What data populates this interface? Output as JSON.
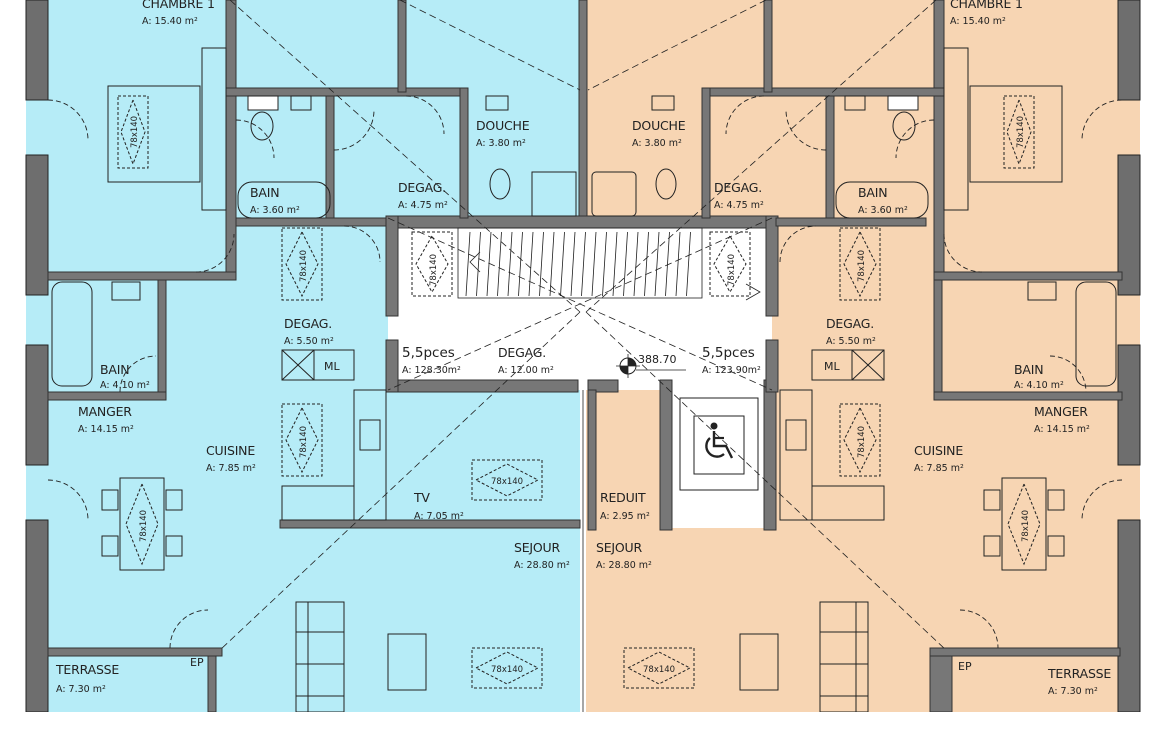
{
  "colors": {
    "left_unit": "#b6ecf7",
    "right_unit": "#f7d5b3",
    "walls": "#777777",
    "core": "#ffffff"
  },
  "left": {
    "chambre": {
      "name": "CHAMBRE 1",
      "area": "A: 15.40 m²"
    },
    "bain_upper": {
      "name": "BAIN",
      "area": "A: 3.60  m²"
    },
    "degag_upper": {
      "name": "DEGAG.",
      "area": "A: 4.75  m²"
    },
    "douche": {
      "name": "DOUCHE",
      "area": "A: 3.80 m²"
    },
    "bain_lower": {
      "name": "BAIN",
      "area": "A: 4.10 m²"
    },
    "degag_mid": {
      "name": "DEGAG.",
      "area": "A: 5.50  m²"
    },
    "ml": "ML",
    "manger": {
      "name": "MANGER",
      "area": "A: 14.15 m²"
    },
    "cuisine": {
      "name": "CUISINE",
      "area": "A: 7.85  m²"
    },
    "tv": {
      "name": "TV",
      "area": "A: 7.05  m²"
    },
    "sejour": {
      "name": "SEJOUR",
      "area": "A: 28.80 m²"
    },
    "terrasse": {
      "name": "TERRASSE",
      "area": "A: 7.30  m²"
    },
    "ep": "EP",
    "unit": {
      "name": "5,5pces",
      "area": "A: 128.30m²"
    }
  },
  "right": {
    "chambre": {
      "name": "CHAMBRE 1",
      "area": "A: 15.40 m²"
    },
    "douche": {
      "name": "DOUCHE",
      "area": "A: 3.80 m²"
    },
    "degag_upper": {
      "name": "DEGAG.",
      "area": "A: 4.75  m²"
    },
    "bain_upper": {
      "name": "BAIN",
      "area": "A: 3.60  m²"
    },
    "degag_mid": {
      "name": "DEGAG.",
      "area": "A: 5.50  m²"
    },
    "ml": "ML",
    "bain_lower": {
      "name": "BAIN",
      "area": "A: 4.10 m²"
    },
    "manger": {
      "name": "MANGER",
      "area": "A: 14.15 m²"
    },
    "cuisine": {
      "name": "CUISINE",
      "area": "A: 7.85  m²"
    },
    "reduit": {
      "name": "REDUIT",
      "area": "A: 2.95  m²"
    },
    "sejour": {
      "name": "SEJOUR",
      "area": "A: 28.80 m²"
    },
    "terrasse": {
      "name": "TERRASSE",
      "area": "A: 7.30  m²"
    },
    "ep": "EP",
    "unit": {
      "name": "5,5pces",
      "area": "A: 123.90m²"
    }
  },
  "core": {
    "degag": {
      "name": "DEGAG.",
      "area": "A: 12.00 m²"
    },
    "elevation": "388.70"
  },
  "bed_label": "78x140"
}
